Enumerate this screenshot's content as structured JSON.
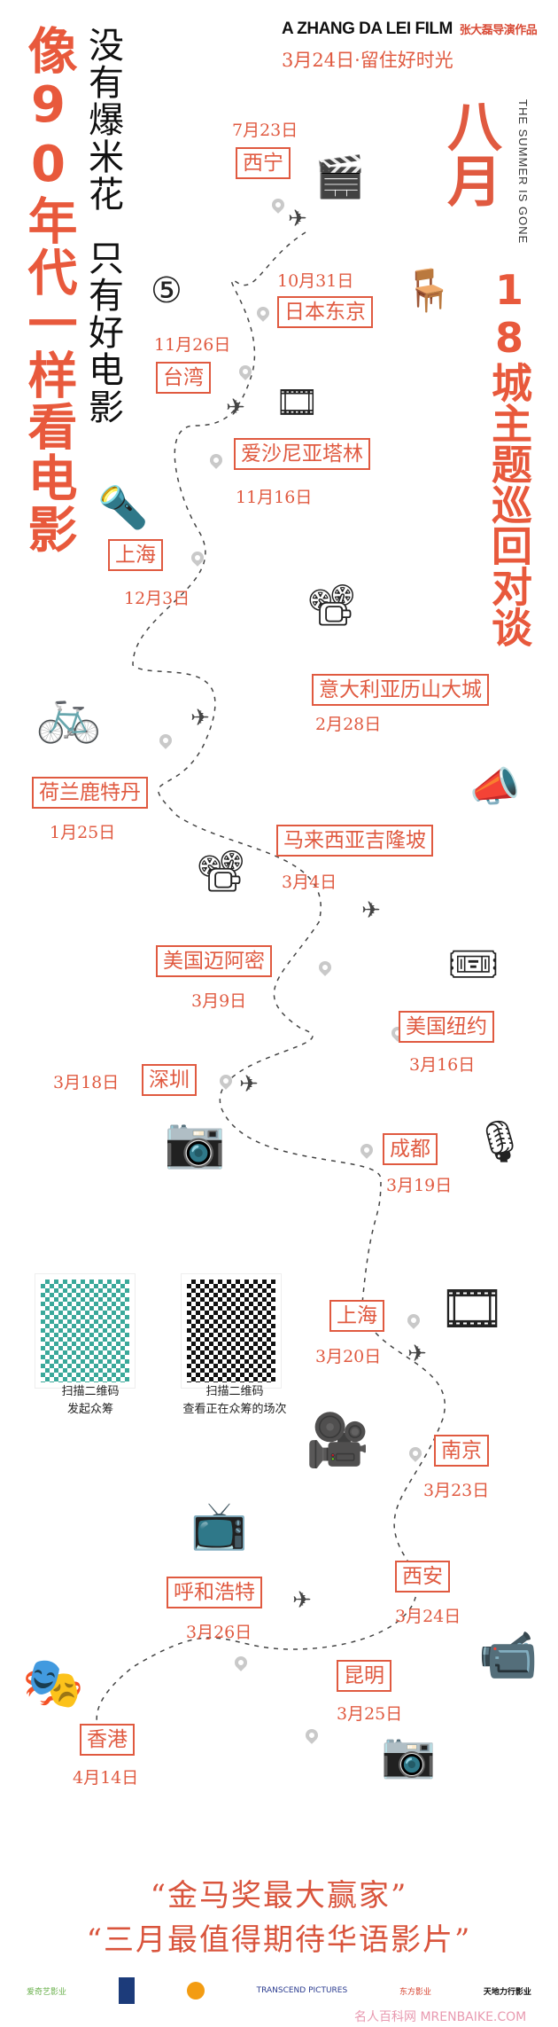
{
  "header": {
    "film_credit": "A ZHANG DA LEI FILM",
    "director_credit": "张大磊导演作品",
    "release": "3月24日·留住好时光",
    "title": "八月",
    "title_en": "THE SUMMER IS GONE"
  },
  "slogan_left": "像90年代一样看电影",
  "slogan_black_1": "没有爆米花",
  "slogan_black_2": "只有好电影",
  "tour_title": "18城主题巡回对谈",
  "stops": [
    {
      "city": "西宁",
      "date": "7月23日"
    },
    {
      "city": "日本东京",
      "date": "10月31日"
    },
    {
      "city": "台湾",
      "date": "11月26日"
    },
    {
      "city": "爱沙尼亚塔林",
      "date": "11月16日"
    },
    {
      "city": "上海",
      "date": "12月3日"
    },
    {
      "city": "意大利亚历山大城",
      "date": "2月28日"
    },
    {
      "city": "荷兰鹿特丹",
      "date": "1月25日"
    },
    {
      "city": "马来西亚吉隆坡",
      "date": "3月4日"
    },
    {
      "city": "美国迈阿密",
      "date": "3月9日"
    },
    {
      "city": "美国纽约",
      "date": "3月16日"
    },
    {
      "city": "深圳",
      "date": "3月18日"
    },
    {
      "city": "成都",
      "date": "3月19日"
    },
    {
      "city": "上海",
      "date": "3月20日"
    },
    {
      "city": "南京",
      "date": "3月23日"
    },
    {
      "city": "西安",
      "date": "3月24日"
    },
    {
      "city": "呼和浩特",
      "date": "3月26日"
    },
    {
      "city": "昆明",
      "date": "3月25日"
    },
    {
      "city": "香港",
      "date": "4月14日"
    }
  ],
  "qr": [
    {
      "line1": "扫描二维码",
      "line2": "发起众筹"
    },
    {
      "line1": "扫描二维码",
      "line2": "查看正在众筹的场次"
    }
  ],
  "quotes": [
    "“金马奖最大赢家”",
    "“三月最值得期待华语影片”"
  ],
  "logos": [
    "爱奇艺影业",
    "TRANSCEND PICTURES",
    "东方影业",
    "天地力行影业"
  ],
  "watermark": "名人百科网 MRENBAIKE.COM"
}
